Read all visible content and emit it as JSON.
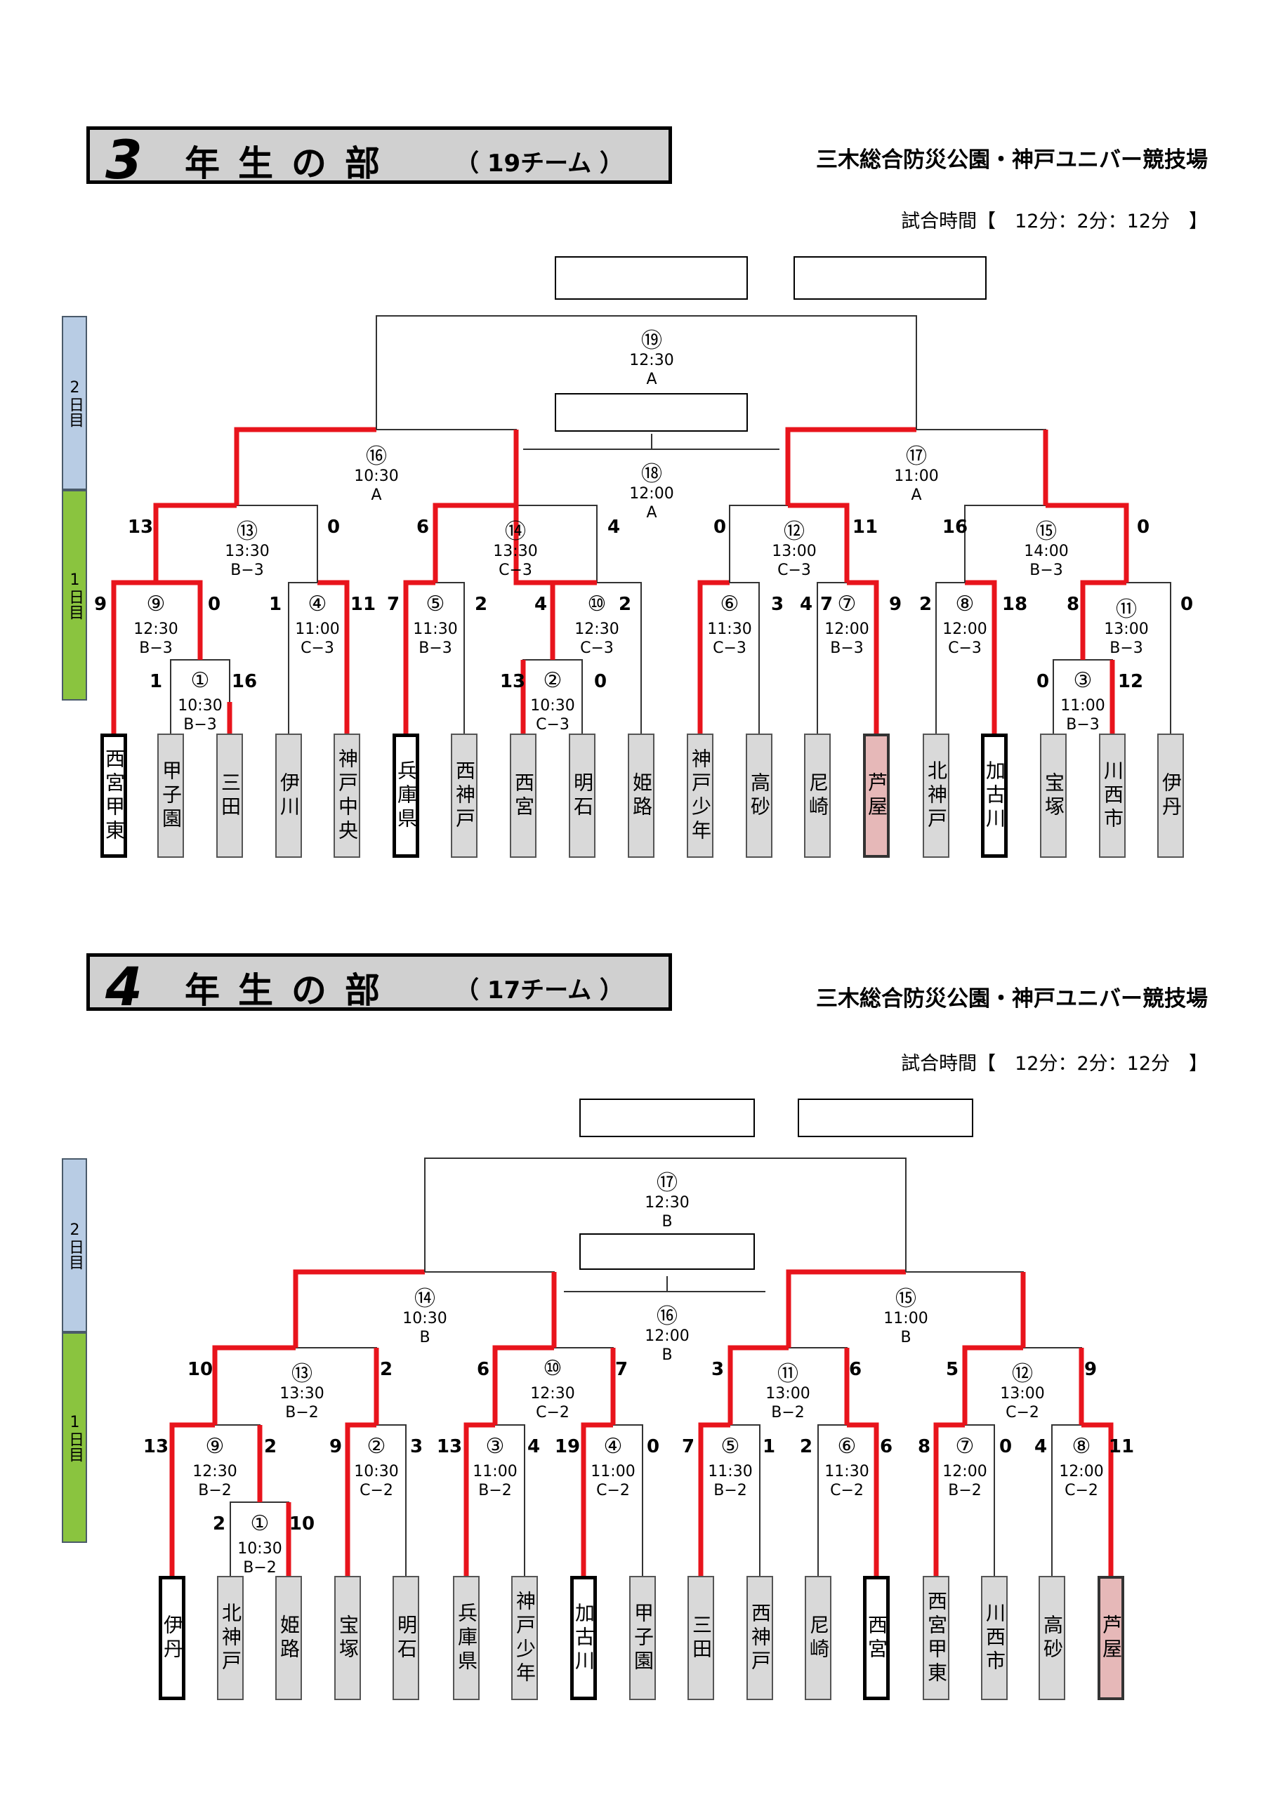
{
  "sections": [
    {
      "num": "3",
      "title": "年生の部",
      "count": "（ 19チーム ）",
      "venue": "三木総合防災公園・神戸ユニバー競技場",
      "time_rule": "試合時間【　12分：2分：12分　】",
      "day2": "2日目",
      "day1": "1日目",
      "teams": [
        "西宮甲東",
        "甲子園",
        "三田",
        "伊川",
        "神戸中央",
        "兵庫県",
        "西神戸",
        "西宮",
        "明石",
        "姫路",
        "神戸少年",
        "高砂",
        "尼崎",
        "芦屋",
        "北神戸",
        "加古川",
        "宝塚",
        "川西市",
        "伊丹"
      ],
      "matches": [
        {
          "no": "⑲",
          "time": "12:30",
          "court": "A"
        },
        {
          "no": "⑯",
          "time": "10:30",
          "court": "A"
        },
        {
          "no": "⑰",
          "time": "11:00",
          "court": "A"
        },
        {
          "no": "⑱",
          "time": "12:00",
          "court": "A"
        },
        {
          "no": "⑬",
          "time": "13:30",
          "court": "B−3"
        },
        {
          "no": "⑭",
          "time": "13:30",
          "court": "C−3"
        },
        {
          "no": "⑫",
          "time": "13:00",
          "court": "C−3"
        },
        {
          "no": "⑮",
          "time": "14:00",
          "court": "B−3"
        },
        {
          "no": "⑨",
          "time": "12:30",
          "court": "B−3"
        },
        {
          "no": "④",
          "time": "11:00",
          "court": "C−3"
        },
        {
          "no": "⑤",
          "time": "11:30",
          "court": "B−3"
        },
        {
          "no": "⑩",
          "time": "12:30",
          "court": "C−3"
        },
        {
          "no": "⑥",
          "time": "11:30",
          "court": "C−3"
        },
        {
          "no": "⑦",
          "time": "12:00",
          "court": "B−3"
        },
        {
          "no": "⑧",
          "time": "12:00",
          "court": "C−3"
        },
        {
          "no": "⑪",
          "time": "13:00",
          "court": "B−3"
        },
        {
          "no": "①",
          "time": "10:30",
          "court": "B−3"
        },
        {
          "no": "②",
          "time": "10:30",
          "court": "C−3"
        },
        {
          "no": "③",
          "time": "11:00",
          "court": "B−3"
        }
      ],
      "scores": [
        "13",
        "0",
        "6",
        "4",
        "0",
        "11",
        "16",
        "0",
        "9",
        "0",
        "1",
        "11",
        "7",
        "2",
        "4",
        "2",
        "7",
        "3",
        "4",
        "9",
        "2",
        "18",
        "8",
        "0",
        "1",
        "16",
        "13",
        "0",
        "0",
        "12"
      ]
    },
    {
      "num": "4",
      "title": "年生の部",
      "count": "（ 17チーム ）",
      "venue": "三木総合防災公園・神戸ユニバー競技場",
      "time_rule": "試合時間【　12分：2分：12分　】",
      "day2": "2日目",
      "day1": "1日目",
      "teams": [
        "伊丹",
        "北神戸",
        "姫路",
        "宝塚",
        "明石",
        "兵庫県",
        "神戸少年",
        "加古川",
        "甲子園",
        "三田",
        "西神戸",
        "尼崎",
        "西宮",
        "西宮甲東",
        "川西市",
        "高砂",
        "芦屋"
      ],
      "matches": [
        {
          "no": "⑰",
          "time": "12:30",
          "court": "B"
        },
        {
          "no": "⑭",
          "time": "10:30",
          "court": "B"
        },
        {
          "no": "⑮",
          "time": "11:00",
          "court": "B"
        },
        {
          "no": "⑯",
          "time": "12:00",
          "court": "B"
        },
        {
          "no": "⑬",
          "time": "13:30",
          "court": "B−2"
        },
        {
          "no": "⑩",
          "time": "12:30",
          "court": "C−2"
        },
        {
          "no": "⑪",
          "time": "13:00",
          "court": "B−2"
        },
        {
          "no": "⑫",
          "time": "13:00",
          "court": "C−2"
        },
        {
          "no": "⑨",
          "time": "12:30",
          "court": "B−2"
        },
        {
          "no": "②",
          "time": "10:30",
          "court": "C−2"
        },
        {
          "no": "③",
          "time": "11:00",
          "court": "B−2"
        },
        {
          "no": "④",
          "time": "11:00",
          "court": "C−2"
        },
        {
          "no": "⑤",
          "time": "11:30",
          "court": "B−2"
        },
        {
          "no": "⑥",
          "time": "11:30",
          "court": "C−2"
        },
        {
          "no": "⑦",
          "time": "12:00",
          "court": "B−2"
        },
        {
          "no": "⑧",
          "time": "12:00",
          "court": "C−2"
        },
        {
          "no": "①",
          "time": "10:30",
          "court": "B−2"
        }
      ],
      "scores": [
        "10",
        "2",
        "6",
        "7",
        "3",
        "6",
        "5",
        "9",
        "13",
        "2",
        "9",
        "3",
        "13",
        "4",
        "19",
        "0",
        "7",
        "1",
        "2",
        "6",
        "8",
        "0",
        "4",
        "11",
        "2",
        "10"
      ]
    }
  ],
  "colors": {
    "win_line": "#e8141c",
    "lose_line": "#333333",
    "day2_bar": "#b8cce4",
    "day1_bar": "#8ac43f",
    "pink_team": "#e6b8b8"
  }
}
